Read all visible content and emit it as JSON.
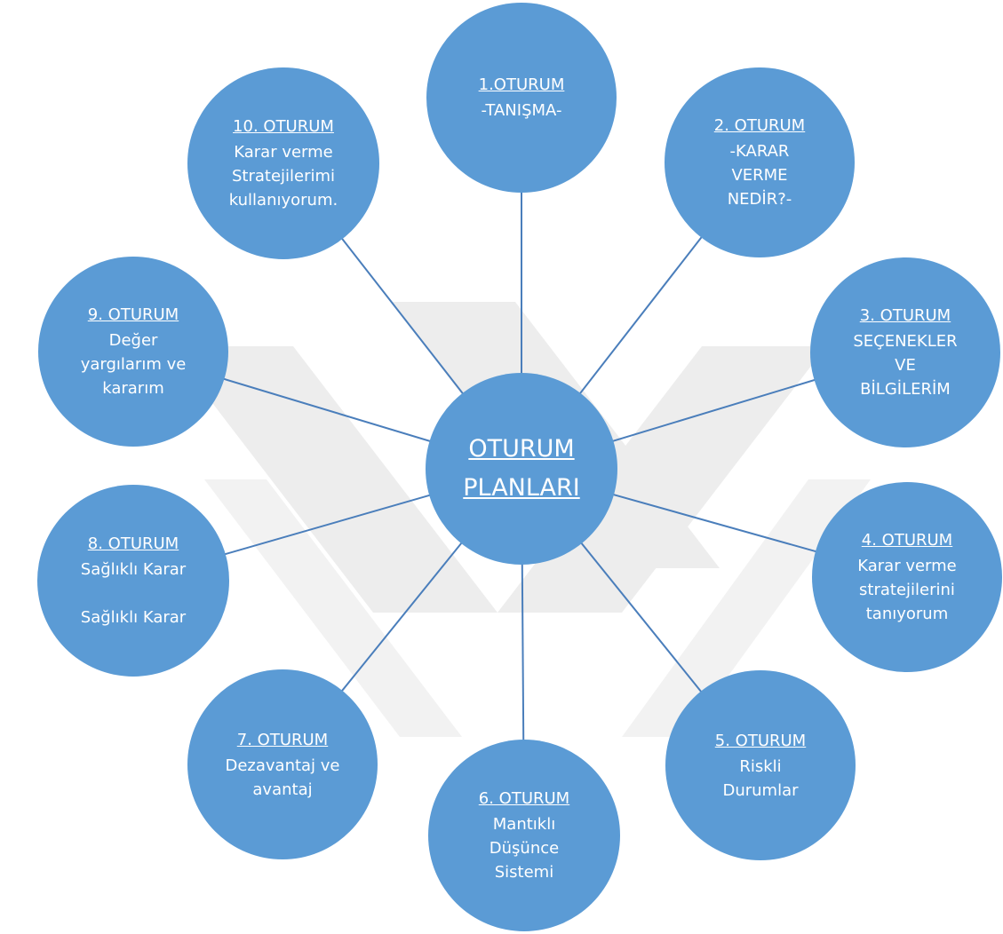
{
  "center": {
    "lines": [
      "OTURUM",
      "PLANLARI"
    ]
  },
  "nodes": [
    {
      "title": "1.OTURUM",
      "lines": [
        "-TANIŞMA-"
      ]
    },
    {
      "title": "2. OTURUM",
      "lines": [
        "-KARAR",
        "VERME",
        "NEDİR?-"
      ]
    },
    {
      "title": "3. OTURUM",
      "lines": [
        "SEÇENEKLER",
        "VE",
        "BİLGİLERİM"
      ]
    },
    {
      "title": "4. OTURUM",
      "lines": [
        "Karar verme",
        "stratejilerini",
        "tanıyorum"
      ]
    },
    {
      "title": "5. OTURUM",
      "lines": [
        "Riskli",
        "Durumlar"
      ]
    },
    {
      "title": "6. OTURUM",
      "lines": [
        "Mantıklı",
        "Düşünce",
        "Sistemi"
      ]
    },
    {
      "title": "7. OTURUM",
      "lines": [
        "Dezavantaj  ve",
        "avantaj"
      ]
    },
    {
      "title": "8. OTURUM",
      "lines": [
        "Sağlıklı Karar",
        "",
        "Sağlıklı Karar"
      ]
    },
    {
      "title": "9. OTURUM",
      "lines": [
        "Değer",
        "yargılarım ve",
        "kararım"
      ]
    },
    {
      "title": "10. OTURUM",
      "lines": [
        "Karar verme",
        "Stratejilerimi",
        "kullanıyorum."
      ]
    }
  ],
  "colors": {
    "node_fill": "#5B9BD5",
    "connector": "#4A7EBB",
    "text": "#FFFFFF",
    "watermark": "#EDEDED"
  }
}
